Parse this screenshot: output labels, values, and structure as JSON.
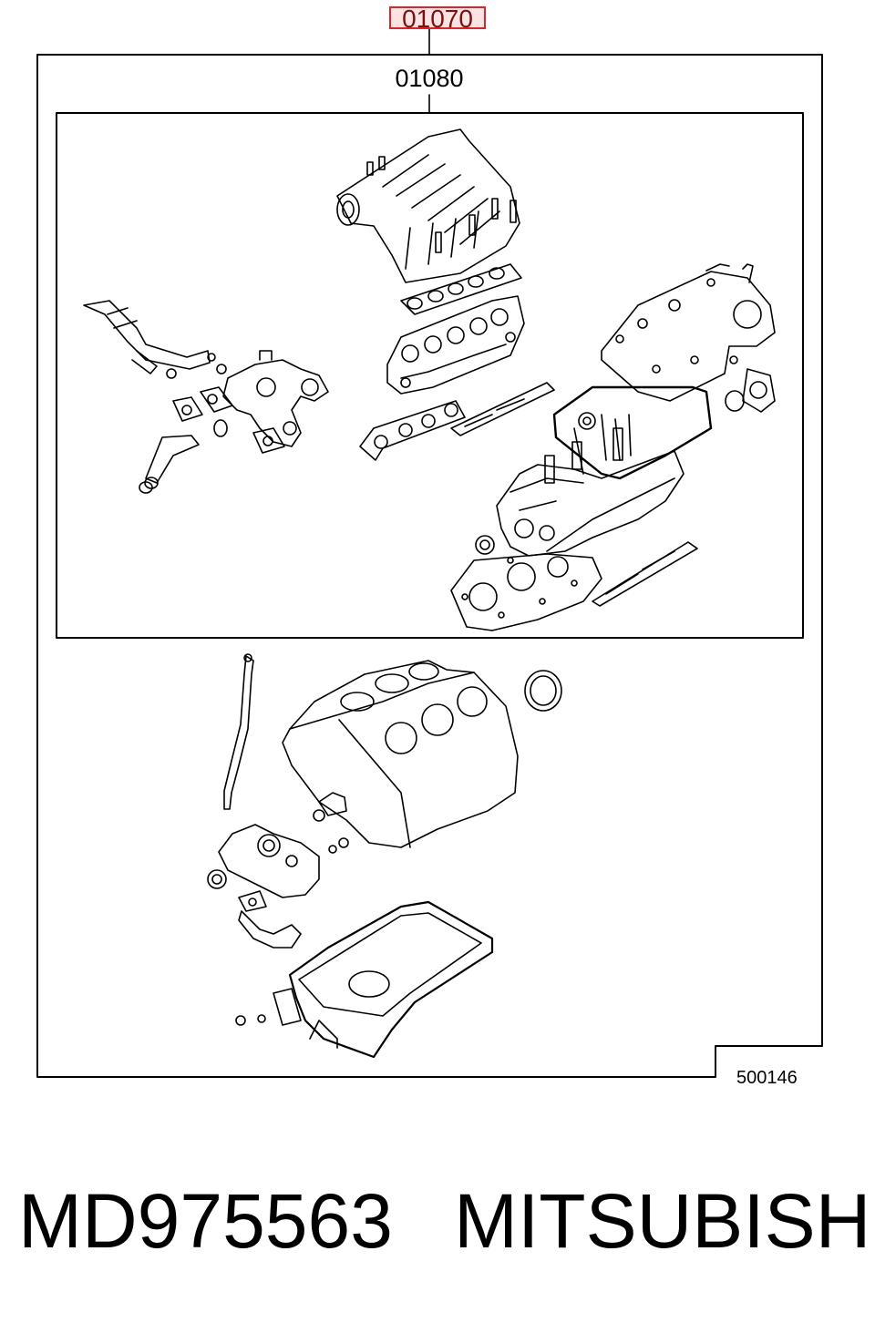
{
  "callouts": {
    "assembly": "01070",
    "subassembly": "01080"
  },
  "reference_number": "500146",
  "caption": {
    "part_number": "MD975563",
    "brand": "MITSUBISHI"
  },
  "colors": {
    "line": "#000000",
    "highlight_border": "#d9262b",
    "highlight_fill": "#fbe3e3"
  }
}
